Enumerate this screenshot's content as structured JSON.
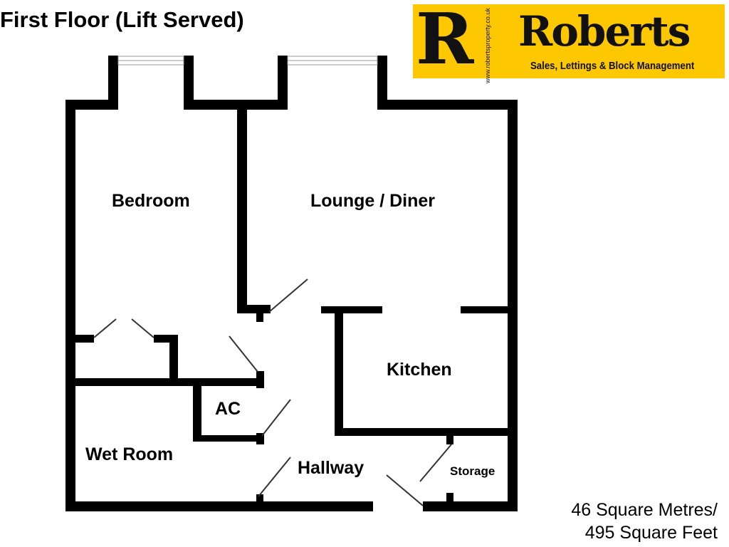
{
  "title": "First Floor (Lift Served)",
  "logo": {
    "letter": "R",
    "name": "Roberts",
    "tagline": "Sales, Lettings & Block Management",
    "url": "www.robertsproperty.co.uk",
    "background_color": "#fec800"
  },
  "rooms": {
    "bedroom": "Bedroom",
    "lounge": "Lounge / Diner",
    "kitchen": "Kitchen",
    "ac": "AC",
    "wet_room": "Wet Room",
    "hallway": "Hallway",
    "storage": "Storage"
  },
  "area": {
    "metric": "46 Square Metres/",
    "imperial": "495 Square Feet"
  },
  "wall_color": "#000000"
}
